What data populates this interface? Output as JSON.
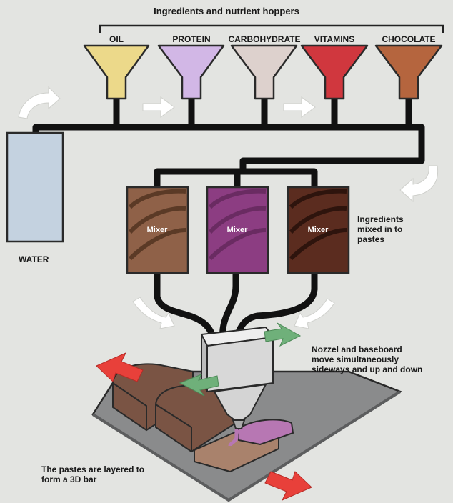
{
  "title": "Ingredients and nutrient hoppers",
  "hoppers": [
    {
      "label": "OIL",
      "color": "#ecd98a"
    },
    {
      "label": "PROTEIN",
      "color": "#d2b7e6"
    },
    {
      "label": "CARBOHYDRATE",
      "color": "#ddd1cd"
    },
    {
      "label": "VITAMINS",
      "color": "#d0373e"
    },
    {
      "label": "CHOCOLATE",
      "color": "#b5653e"
    }
  ],
  "water": {
    "label": "WATER",
    "color": "#c4d2e0"
  },
  "mixers": [
    {
      "label": "Mixer",
      "color": "#8f6148"
    },
    {
      "label": "Mixer",
      "color": "#8c3d82"
    },
    {
      "label": "Mixer",
      "color": "#5b2c1f"
    }
  ],
  "annotations": {
    "mixed": "Ingredients mixed in to pastes",
    "nozzle": "Nozzel and baseboard move simultaneously sideways and up and down",
    "layered": "The pastes are layered to form a 3D bar"
  },
  "colors": {
    "background": "#e3e4e1",
    "pipe": "#111111",
    "arrow_white": "#ffffff",
    "arrow_red": "#e8403a",
    "arrow_green": "#6fb07a",
    "nozzle": "#d8d8d8",
    "baseboard": "#8a8b8c"
  }
}
